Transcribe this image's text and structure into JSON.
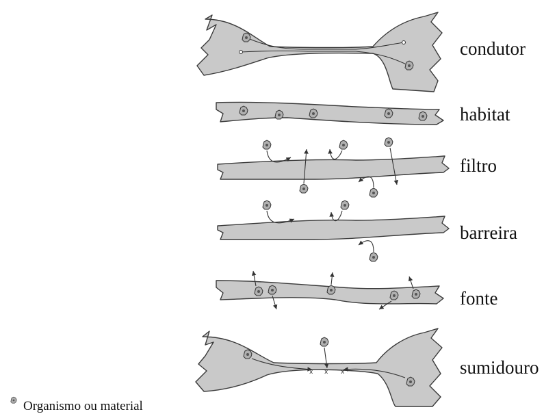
{
  "labels": {
    "conductor": "condutor",
    "habitat": "habitat",
    "filter": "filtro",
    "barrier": "barreira",
    "source": "fonte",
    "sink": "sumidouro"
  },
  "legend": {
    "text": "Organismo ou material"
  }
}
